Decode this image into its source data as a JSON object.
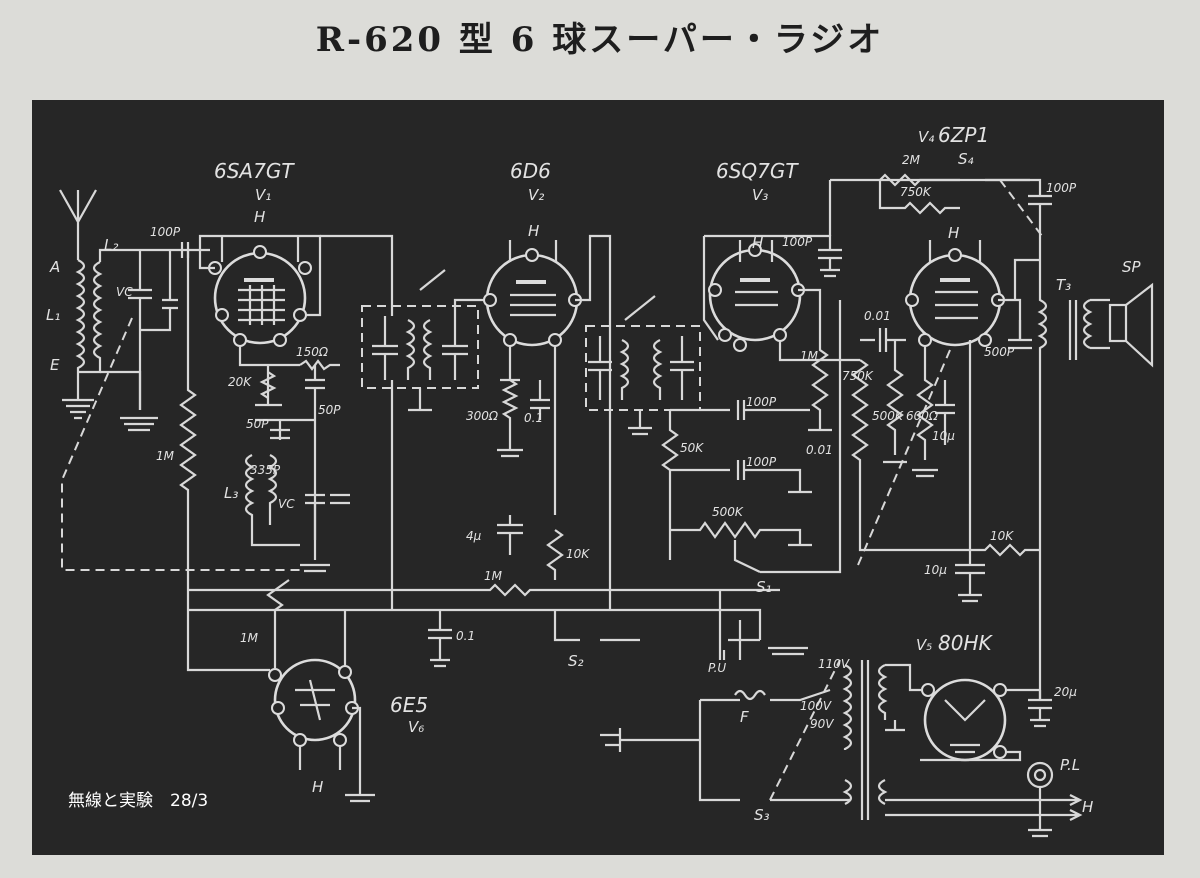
{
  "title": "R-620 型 6 球スーパー・ラジオ",
  "credit": "無線と実験　28/3",
  "tubes": {
    "v1_type": "6SA7GT",
    "v1_ref": "V₁",
    "v2_type": "6D6",
    "v2_ref": "V₂",
    "v3_type": "6SQ7GT",
    "v3_ref": "V₃",
    "v4_type": "6ZP1",
    "v4_ref": "V₄",
    "v5_type": "80HK",
    "v5_ref": "V₅",
    "v6_type": "6E5",
    "v6_ref": "V₆"
  },
  "labels": {
    "heater": "H",
    "antenna": "A",
    "earth": "E",
    "l1": "L₁",
    "l2": "L₂",
    "l3": "L₃",
    "vc": "VC",
    "t3": "T₃",
    "speaker": "SP",
    "pickup": "P.U",
    "pilot_lamp": "P.L",
    "fuse": "F",
    "s1": "S₁",
    "s2": "S₂",
    "s3": "S₃",
    "s4": "S₄",
    "tap_110v": "110V",
    "tap_100v": "100V",
    "tap_90v": "90V"
  },
  "components": {
    "c_100p_ant": "100P",
    "r_150": "150Ω",
    "r_20k": "20K",
    "c_50p_a": "50P",
    "c_50p_b": "50P",
    "c_335p": "335P",
    "r_1m_grid": "1M",
    "r_300": "300Ω",
    "c_01_a": "0.1",
    "c_4u": "4μ",
    "r_10k_a": "10K",
    "r_1m_avc": "1M",
    "c_01_b": "0.1",
    "r_50k": "50K",
    "c_100p_det1": "100P",
    "c_100p_det2": "100P",
    "c_100p_v3": "100P",
    "r_500k_vol": "500K",
    "r_1m_v3": "1M",
    "r_750k_a": "750K",
    "c_001_a": "0.01",
    "c_001_b": "0.01",
    "r_500k_b": "500K",
    "r_600": "600Ω",
    "c_10u_a": "10μ",
    "r_2m": "2M",
    "r_750k_b": "750K",
    "c_100p_out": "100P",
    "c_500p": "500P",
    "r_10k_b": "10K",
    "c_10u_b": "10μ",
    "c_20u": "20μ",
    "r_1m_eye": "1M"
  }
}
